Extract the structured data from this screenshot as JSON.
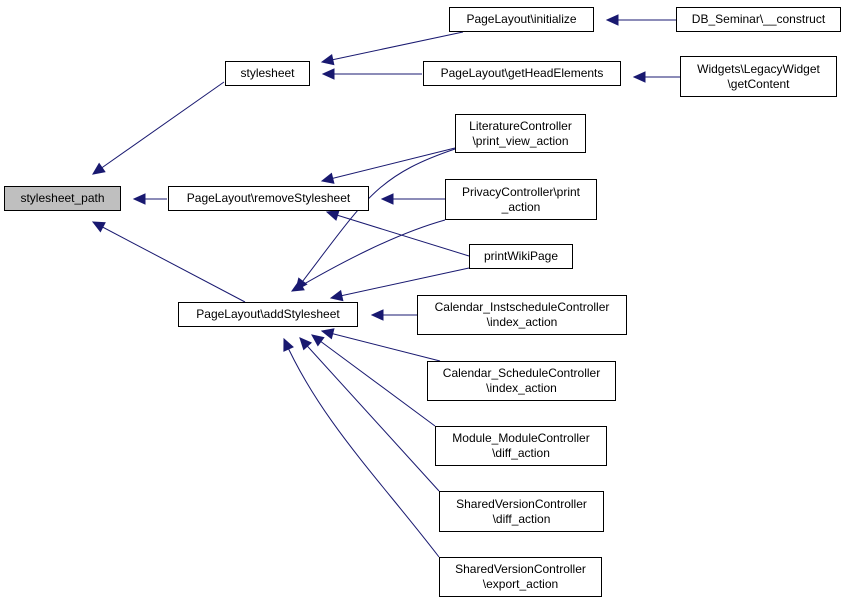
{
  "colors": {
    "edge": "#191970",
    "root_fill": "#bfbfbf",
    "node_fill": "#ffffff",
    "border": "#000000"
  },
  "nodes": {
    "n0": {
      "lines": [
        "stylesheet_path"
      ],
      "root": true
    },
    "n1": {
      "lines": [
        "stylesheet"
      ]
    },
    "n2": {
      "lines": [
        "PageLayout\\removeStylesheet"
      ]
    },
    "n3": {
      "lines": [
        "PageLayout\\addStylesheet"
      ]
    },
    "n4": {
      "lines": [
        "PageLayout\\initialize"
      ]
    },
    "n5": {
      "lines": [
        "PageLayout\\getHeadElements"
      ]
    },
    "n6": {
      "lines": [
        "DB_Seminar\\__construct"
      ]
    },
    "n7": {
      "lines": [
        "Widgets\\LegacyWidget",
        "\\getContent"
      ]
    },
    "n8": {
      "lines": [
        "LiteratureController",
        "\\print_view_action"
      ]
    },
    "n9": {
      "lines": [
        "PrivacyController\\print",
        "_action"
      ]
    },
    "n10": {
      "lines": [
        "printWikiPage"
      ]
    },
    "n11": {
      "lines": [
        "Calendar_InstscheduleController",
        "\\index_action"
      ]
    },
    "n12": {
      "lines": [
        "Calendar_ScheduleController",
        "\\index_action"
      ]
    },
    "n13": {
      "lines": [
        "Module_ModuleController",
        "\\diff_action"
      ]
    },
    "n14": {
      "lines": [
        "SharedVersionController",
        "\\diff_action"
      ]
    },
    "n15": {
      "lines": [
        "SharedVersionController",
        "\\export_action"
      ]
    }
  },
  "edges": [
    {
      "from": "n1",
      "to": "n0"
    },
    {
      "from": "n2",
      "to": "n0"
    },
    {
      "from": "n3",
      "to": "n0"
    },
    {
      "from": "n4",
      "to": "n1"
    },
    {
      "from": "n5",
      "to": "n1"
    },
    {
      "from": "n6",
      "to": "n4"
    },
    {
      "from": "n7",
      "to": "n5"
    },
    {
      "from": "n8",
      "to": "n2"
    },
    {
      "from": "n9",
      "to": "n2"
    },
    {
      "from": "n10",
      "to": "n2"
    },
    {
      "from": "n8",
      "to": "n3"
    },
    {
      "from": "n9",
      "to": "n3"
    },
    {
      "from": "n10",
      "to": "n3"
    },
    {
      "from": "n11",
      "to": "n3"
    },
    {
      "from": "n12",
      "to": "n3"
    },
    {
      "from": "n13",
      "to": "n3"
    },
    {
      "from": "n14",
      "to": "n3"
    },
    {
      "from": "n15",
      "to": "n3"
    }
  ]
}
